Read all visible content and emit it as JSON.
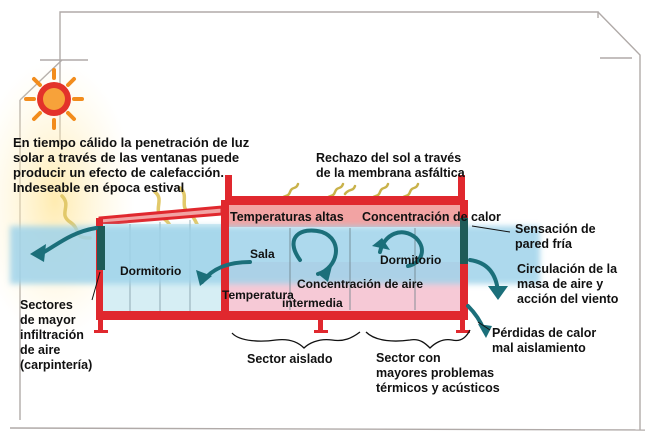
{
  "labels": {
    "sun_note": "En tiempo cálido la penetración de luz\nsolar a través de las ventanas puede\nproducir un efecto de calefacción.\nIndeseable en época estival",
    "roof_note": "Rechazo del sol a través\nde la membrana asfáltica",
    "temperaturas_altas": "Temperaturas altas",
    "concentracion_calor": "Concentración de calor",
    "sensacion": "Sensación de\npared fría",
    "circulacion": "Circulación de la\nmasa de aire y\nacción del viento",
    "perdidas": "Pérdidas de calor\nmal aislamiento",
    "sectores": "Sectores\nde mayor\ninfiltración\nde aire\n(carpintería)",
    "dormitorio_left": "Dormitorio",
    "sala": "Sala",
    "dormitorio_right": "Dormitorio",
    "temperatura_intermedia_a": "Temperatura",
    "temperatura_intermedia_b": "intermedia",
    "concentracion_aire": "Concentración de aire",
    "sector_aislado": "Sector aislado",
    "sector_problemas": "Sector con\nmayores problemas\ntérmicos y acústicos"
  },
  "colors": {
    "structure": "#e0282e",
    "warm_zone": "#f2a3a3",
    "air_band": "#9fd3ea",
    "cool_zone": "#f6c9d6",
    "glass": "#d6eef4",
    "arrow": "#1b6f7a",
    "sun": "#f28c1c",
    "sketch": "#b0aaa8",
    "wind": "#e2c96a"
  }
}
